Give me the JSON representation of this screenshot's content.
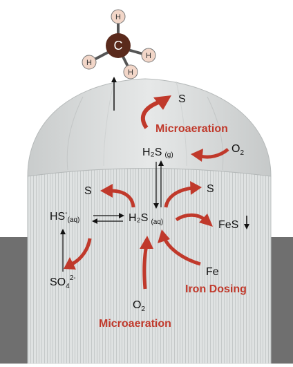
{
  "colors": {
    "accent_red": "#c0392b",
    "ground": "#6f6f6f",
    "tank": "#dcdfdf",
    "dome": "#d9dbdb",
    "carbon": "#5a2a1c",
    "hydrogen": "#f2d6c8"
  },
  "methane": {
    "carbon": "C",
    "hydrogen": "H"
  },
  "species": {
    "s_top": "S",
    "h2s_gas_main": "H₂S",
    "h2s_gas_sub": "(g)",
    "o2_top_main": "O",
    "o2_top_sub": "2",
    "s_left": "S",
    "s_right": "S",
    "hs_main": "HS",
    "hs_sup": "-",
    "hs_sub": "(aq)",
    "h2s_aq_main": "H₂S",
    "h2s_aq_sub": "(aq)",
    "fes": "FeS",
    "so4_main": "SO",
    "so4_sub": "4",
    "so4_sup": "2-",
    "fe": "Fe",
    "o2_bottom_main": "O",
    "o2_bottom_sub": "2"
  },
  "labels": {
    "microaeration_top": "Microaeration",
    "iron_dosing": "Iron Dosing",
    "microaeration_bottom": "Microaeration"
  }
}
